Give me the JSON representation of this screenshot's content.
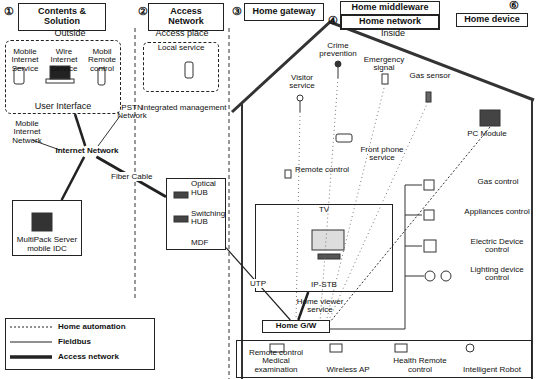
{
  "diagram": {
    "nodes": [
      {
        "text": [
          "Contents & Solution"
        ]
      },
      {
        "text": [
          "Access Network"
        ]
      },
      {
        "text": [
          "Home gateway"
        ]
      },
      {
        "text": [
          "Home middleware"
        ]
      },
      {
        "text": [
          "Home network"
        ]
      },
      {
        "text": [
          "Home device"
        ]
      },
      {
        "text": [
          "User Interface"
        ]
      },
      {
        "text": [
          "Internet Network"
        ]
      },
      {
        "text": [
          "MultiPack Server",
          "mobile IDC"
        ]
      },
      {
        "text": [
          "Local service"
        ]
      },
      {
        "text": [
          "Optical HUB",
          "Switching HUB",
          "MDF"
        ]
      },
      {
        "text": [
          "TV",
          "IP-STB"
        ]
      },
      {
        "text": [
          "Home G/W"
        ]
      },
      {
        "text": [
          "Remote control Medical examination",
          "Wireless AP",
          "Health Remote control",
          "Intelligent Robot"
        ]
      }
    ],
    "edges": [
      {
        "from": 7,
        "to": 6,
        "arrow": "none"
      },
      {
        "from": 7,
        "to": 8,
        "arrow": "none"
      },
      {
        "from": 7,
        "to": 10,
        "label": "Fiber Cable",
        "arrow": "none"
      },
      {
        "from": 10,
        "to": 12,
        "label": "UTP",
        "arrow": "none"
      },
      {
        "from": 12,
        "to": 11,
        "arrow": "none"
      }
    ],
    "labels": [
      "①",
      "②",
      "③",
      "④",
      "⑥",
      "Outside",
      "Access place",
      "Inside",
      "Mobile Internet Service",
      "Wire Internet Service",
      "Mobil Remote control",
      "PSTN Network",
      "Mobile Internet Network",
      "Integrated management",
      "Visitor service",
      "Crime prevention",
      "Emergency signal",
      "Gas sensor",
      "PC Module",
      "Front phone service",
      "Remote control",
      "Home viewer service",
      "Gas control",
      "Appliances control",
      "Electric Device control",
      "Lighting device control"
    ],
    "legend": [
      {
        "text": "Home automation"
      },
      {
        "text": "Fieldbus"
      },
      {
        "text": "Access network"
      }
    ]
  }
}
